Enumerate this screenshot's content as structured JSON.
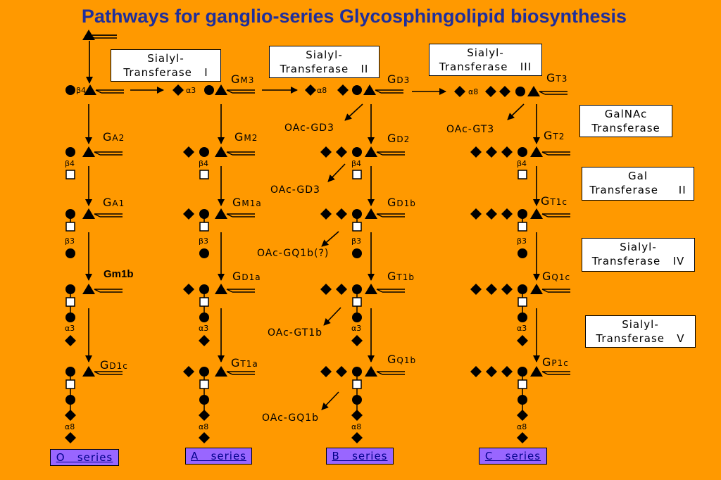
{
  "title": "Pathways for ganglio-series Glycosphingolipid biosynthesis",
  "enzymes": {
    "st1": [
      "Sialyl-",
      "Transferase   I"
    ],
    "st2": [
      "Sialyl-",
      "Transferase   II"
    ],
    "st3": [
      "Sialyl-",
      "Transferase   III"
    ],
    "galnac": [
      "GalNAc",
      "Transferase"
    ],
    "gal": [
      "Gal",
      "Transferase     II"
    ],
    "st4": [
      "Sialyl-",
      "Transferase   IV"
    ],
    "st5": [
      "Sialyl-",
      "Transferase   V"
    ]
  },
  "series": [
    "O   series",
    "A   series",
    "B   series",
    "C   series"
  ],
  "compounds": {
    "gm3": "GM3",
    "gd3": "GD3",
    "gt3": "GT3",
    "ga2": "GA2",
    "gm2": "GM2",
    "gd2": "GD2",
    "gt2": "GT2",
    "ga1": "GA1",
    "gm1a": "GM1a",
    "gd1b": "GD1b",
    "gt1c": "GT1c",
    "gm1b": "Gm1b",
    "gd1a": "GD1a",
    "gt1b": "GT1b",
    "gq1c": "GQ1c",
    "gd1c": "GD1c",
    "gt1a": "GT1a",
    "gq1b": "GQ1b",
    "gp1c": "GP1c"
  },
  "oac": [
    "OAc-GD3",
    "OAc-GT3",
    "OAc-GD3",
    "OAc-GQ1b(?)",
    "OAc-GT1b",
    "OAc-GQ1b"
  ],
  "linkages": {
    "b4": "β4",
    "b3": "β3",
    "a3": "α3",
    "a8": "α8"
  }
}
